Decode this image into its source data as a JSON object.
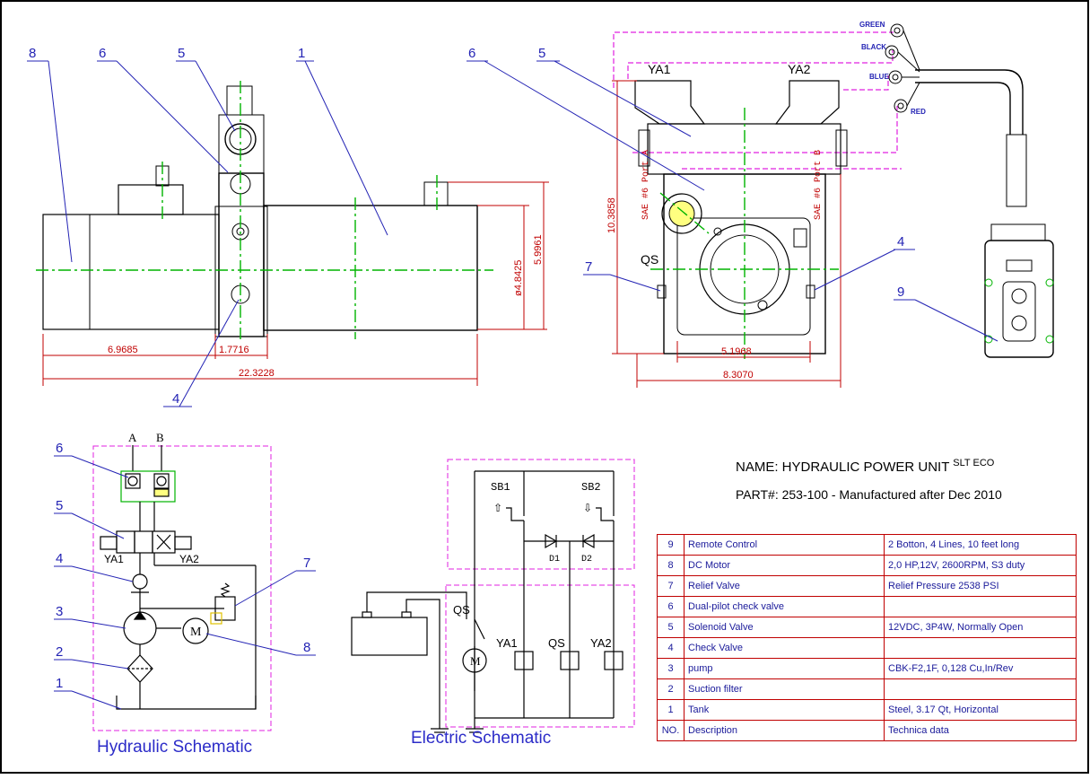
{
  "drawing": {
    "name_line": "NAME: HYDRAULIC POWER UNIT",
    "name_suffix": "SLT ECO",
    "part_line": "PART#: 253-100  - Manufactured after Dec 2010"
  },
  "schematics": {
    "hydraulic_title": "Hydraulic Schematic",
    "electric_title": "Electric Schematic"
  },
  "side_view": {
    "callouts": [
      "8",
      "6",
      "5",
      "1",
      "4"
    ],
    "dims": {
      "d1": "6.9685",
      "d2": "1.7716",
      "d3": "22.3228",
      "d4": "ø4.8425",
      "d5": "5.9961"
    }
  },
  "front_view": {
    "callouts": [
      "6",
      "5",
      "7",
      "4",
      "9"
    ],
    "labels": {
      "ya1": "YA1",
      "ya2": "YA2",
      "qs": "QS",
      "port_a": "SAE #6 Port A",
      "port_b": "SAE #6 Port B"
    },
    "wires": [
      "GREEN",
      "BLACK",
      "BLUE",
      "RED"
    ],
    "dims": {
      "w1": "5.1968",
      "w2": "8.3070",
      "h1": "10.3858"
    }
  },
  "hydraulic": {
    "ports": {
      "a": "A",
      "b": "B"
    },
    "callouts": [
      "6",
      "5",
      "4",
      "7",
      "3",
      "2",
      "1",
      "8"
    ],
    "ya1": "YA1",
    "ya2": "YA2",
    "motor": "M"
  },
  "electric": {
    "sb1": "SB1",
    "sb2": "SB2",
    "d1": "D1",
    "d2": "D2",
    "qs": "QS",
    "ya1": "YA1",
    "qs2": "QS",
    "ya2": "YA2",
    "motor": "M"
  },
  "spec_table": {
    "rows": [
      {
        "no": "9",
        "desc": "Remote Control",
        "tech": "2 Botton, 4 Lines, 10 feet long"
      },
      {
        "no": "8",
        "desc": "DC Motor",
        "tech": "2,0 HP,12V, 2600RPM, S3 duty"
      },
      {
        "no": "7",
        "desc": "Relief Valve",
        "tech": "Relief Pressure 2538 PSI"
      },
      {
        "no": "6",
        "desc": "Dual-pilot check valve",
        "tech": ""
      },
      {
        "no": "5",
        "desc": "Solenoid Valve",
        "tech": "12VDC, 3P4W, Normally Open"
      },
      {
        "no": "4",
        "desc": "Check Valve",
        "tech": ""
      },
      {
        "no": "3",
        "desc": "pump",
        "tech": "CBK-F2,1F, 0,128 Cu,In/Rev"
      },
      {
        "no": "2",
        "desc": "Suction filter",
        "tech": ""
      },
      {
        "no": "1",
        "desc": "Tank",
        "tech": "Steel, 3.17 Qt, Horizontal"
      }
    ],
    "header": {
      "no": "NO.",
      "desc": "Description",
      "tech": "Technica data"
    }
  }
}
